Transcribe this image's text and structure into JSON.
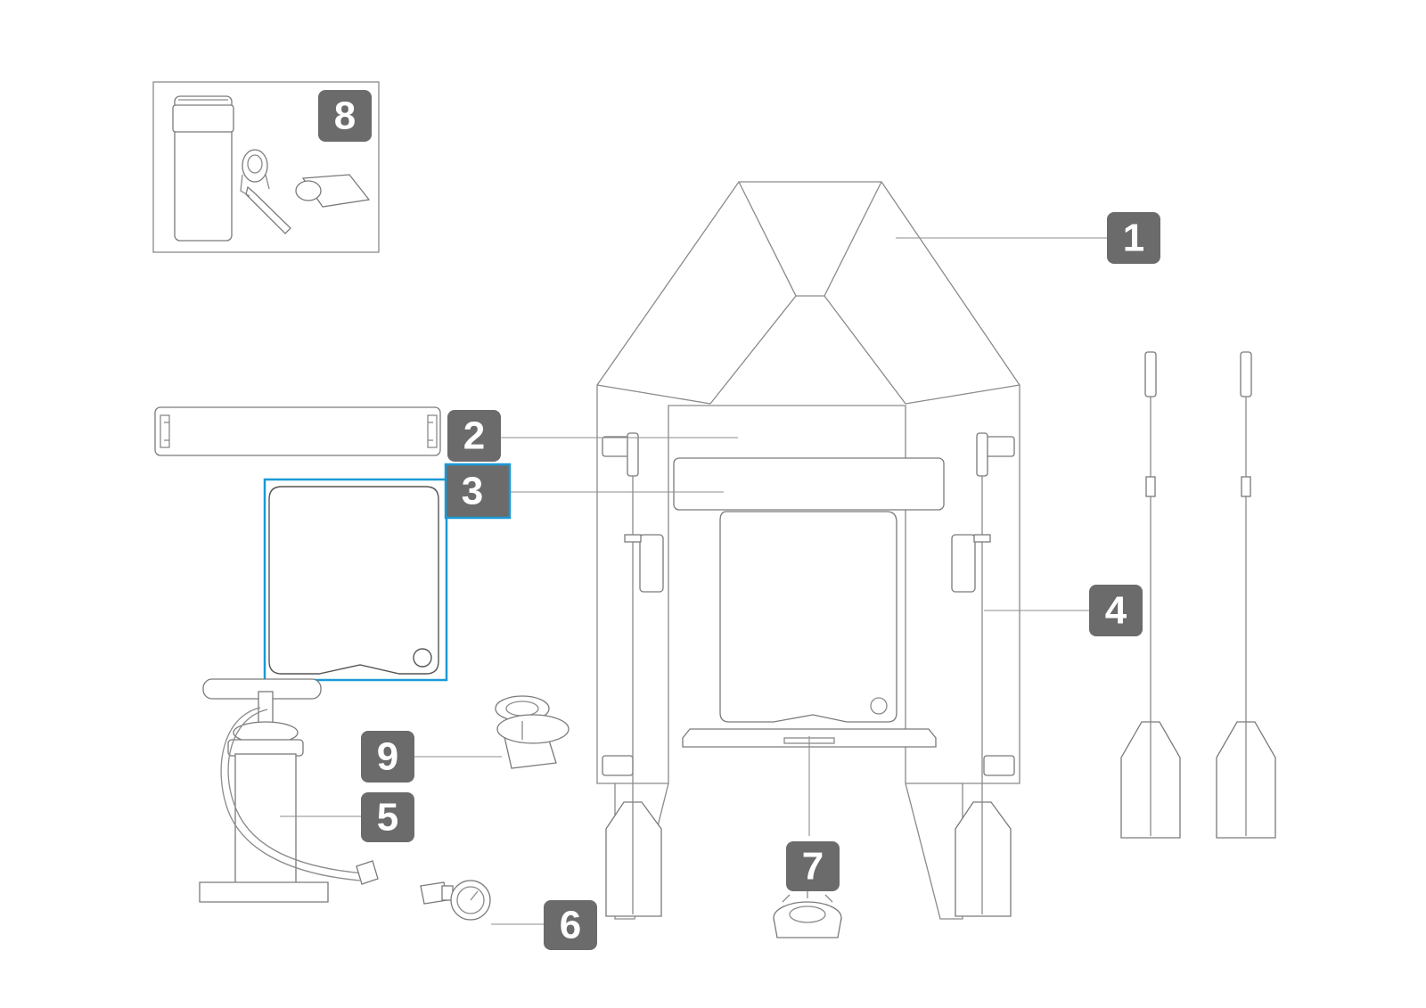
{
  "callouts": [
    {
      "id": "1",
      "label": "1"
    },
    {
      "id": "2",
      "label": "2"
    },
    {
      "id": "3",
      "label": "3"
    },
    {
      "id": "4",
      "label": "4"
    },
    {
      "id": "5",
      "label": "5"
    },
    {
      "id": "6",
      "label": "6"
    },
    {
      "id": "7",
      "label": "7"
    },
    {
      "id": "8",
      "label": "8"
    },
    {
      "id": "9",
      "label": "9"
    }
  ],
  "selected_part": "3",
  "colors": {
    "badge_fill": "#6b6b6b",
    "badge_text": "#ffffff",
    "highlight": "#1a9ad6",
    "line_art": "#8a8a8a",
    "background": "#ffffff"
  }
}
